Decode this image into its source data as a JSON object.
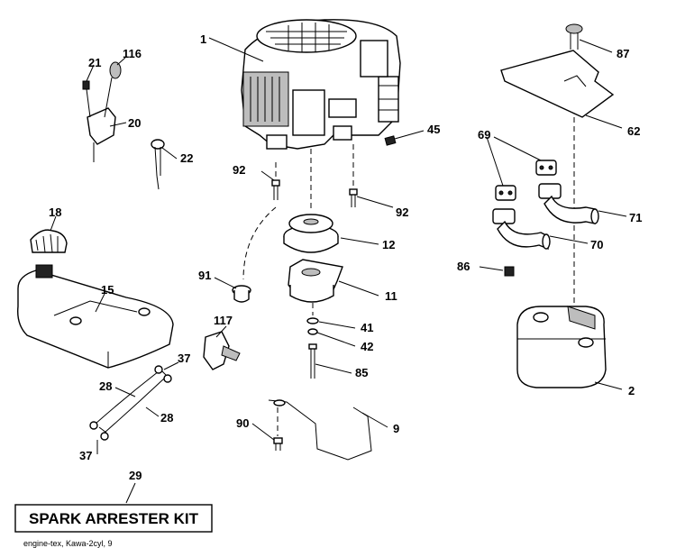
{
  "callouts": {
    "c1": "1",
    "c116": "116",
    "c21": "21",
    "c20": "20",
    "c22": "22",
    "c87": "87",
    "c62": "62",
    "c45": "45",
    "c69": "69",
    "c92a": "92",
    "c92b": "92",
    "c71": "71",
    "c18": "18",
    "c12": "12",
    "c70": "70",
    "c86": "86",
    "c91": "91",
    "c15": "15",
    "c11": "11",
    "c117": "117",
    "c41": "41",
    "c42": "42",
    "c37a": "37",
    "c85": "85",
    "c2": "2",
    "c28a": "28",
    "c28b": "28",
    "c9": "9",
    "c90": "90",
    "c37b": "37",
    "c29": "29"
  },
  "kit_label": "SPARK ARRESTER KIT",
  "caption": "engine-tex, Kawa-2cyl, 9"
}
